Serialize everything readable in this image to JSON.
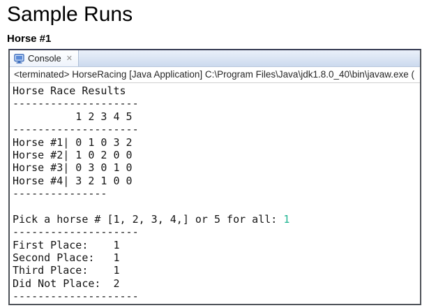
{
  "page": {
    "title": "Sample Runs",
    "subtitle": "Horse #1"
  },
  "console": {
    "tab": {
      "label": "Console",
      "icon": "console-monitor-icon",
      "close_glyph": "✕"
    },
    "status_line": "<terminated> HorseRacing [Java Application] C:\\Program Files\\Java\\jdk1.8.0_40\\bin\\javaw.exe (",
    "output": {
      "lines": [
        {
          "text": "Horse Race Results"
        },
        {
          "text": "--------------------"
        },
        {
          "text": "          1 2 3 4 5"
        },
        {
          "text": "--------------------"
        },
        {
          "text": "Horse #1| 0 1 0 3 2"
        },
        {
          "text": "Horse #2| 1 0 2 0 0"
        },
        {
          "text": "Horse #3| 0 3 0 1 0"
        },
        {
          "text": "Horse #4| 3 2 1 0 0"
        },
        {
          "text": "---------------"
        },
        {
          "text": ""
        },
        {
          "text": "Pick a horse # [1, 2, 3, 4,] or 5 for all: ",
          "input": "1"
        },
        {
          "text": "--------------------"
        },
        {
          "text": "First Place:    1"
        },
        {
          "text": "Second Place:   1"
        },
        {
          "text": "Third Place:    1"
        },
        {
          "text": "Did Not Place:  2"
        },
        {
          "text": "--------------------"
        }
      ]
    },
    "colors": {
      "input_text": "#1db491",
      "output_text": "#141414",
      "panel_border": "#4f5359",
      "panel_border_top": "#353a52",
      "tabbar_gradient_top": "#eaf0fa",
      "tabbar_gradient_bottom": "#ccdaee",
      "tab_active_bg": "#feffff",
      "icon_blue": "#3f6fbe"
    }
  }
}
